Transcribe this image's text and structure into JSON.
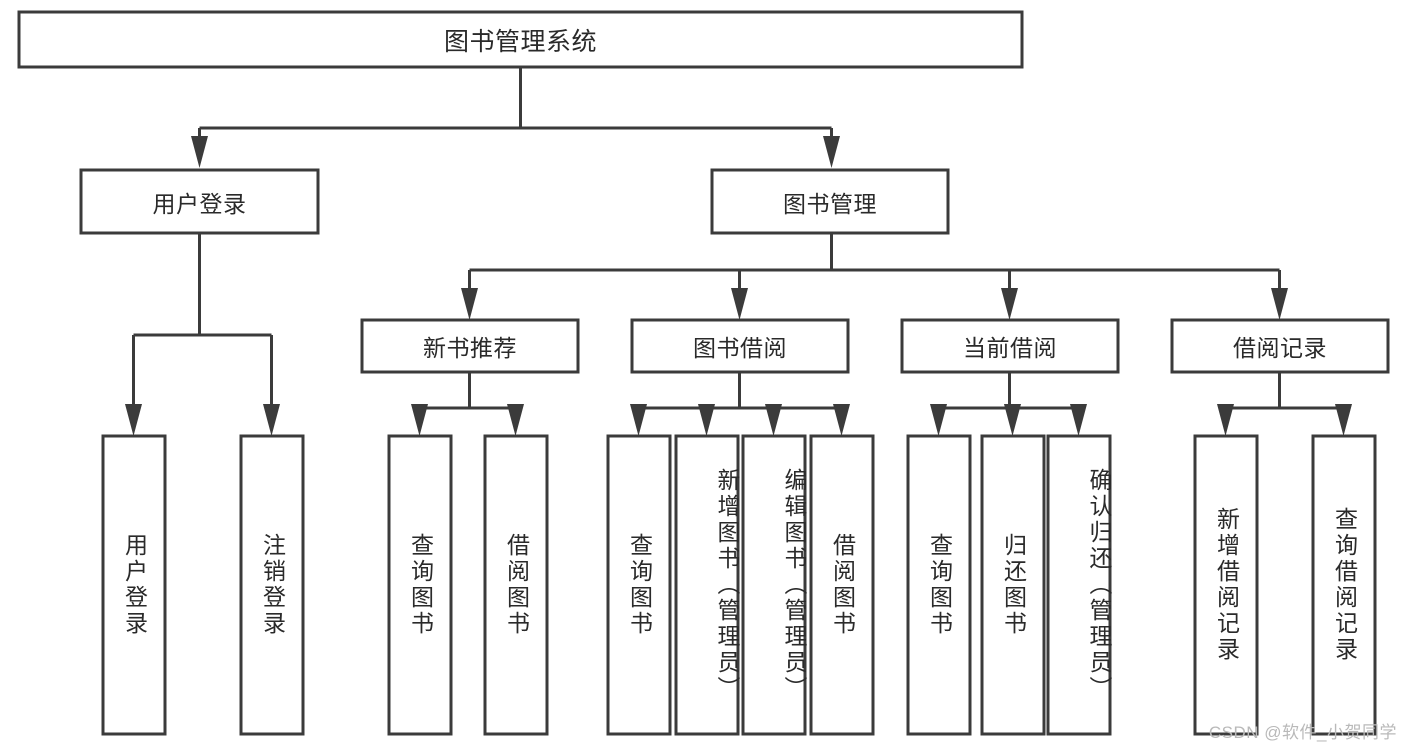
{
  "diagram": {
    "type": "tree-hierarchy",
    "title": "图书管理系统",
    "root": {
      "id": "root",
      "label": "图书管理系统",
      "orientation": "horizontal"
    },
    "level2": [
      {
        "id": "user-login",
        "label": "用户登录",
        "orientation": "horizontal"
      },
      {
        "id": "book-management",
        "label": "图书管理",
        "orientation": "horizontal"
      }
    ],
    "level3": [
      {
        "id": "new-book-recommend",
        "label": "新书推荐",
        "parent": "book-management",
        "orientation": "horizontal"
      },
      {
        "id": "book-borrow",
        "label": "图书借阅",
        "parent": "book-management",
        "orientation": "horizontal"
      },
      {
        "id": "current-borrow",
        "label": "当前借阅",
        "parent": "book-management",
        "orientation": "horizontal"
      },
      {
        "id": "borrow-record",
        "label": "借阅记录",
        "parent": "book-management",
        "orientation": "horizontal"
      }
    ],
    "leaves": [
      {
        "id": "leaf-user-login",
        "label": "用户登录",
        "parent": "user-login",
        "orientation": "vertical"
      },
      {
        "id": "leaf-logout-login",
        "label": "注销登录",
        "parent": "user-login",
        "orientation": "vertical"
      },
      {
        "id": "leaf-query-book-1",
        "label": "查询图书",
        "parent": "new-book-recommend",
        "orientation": "vertical"
      },
      {
        "id": "leaf-borrow-book-1",
        "label": "借阅图书",
        "parent": "new-book-recommend",
        "orientation": "vertical"
      },
      {
        "id": "leaf-query-book-2",
        "label": "查询图书",
        "parent": "book-borrow",
        "orientation": "vertical"
      },
      {
        "id": "leaf-add-book",
        "label": "新增图书（管理员）",
        "parent": "book-borrow",
        "orientation": "vertical"
      },
      {
        "id": "leaf-edit-book",
        "label": "编辑图书（管理员）",
        "parent": "book-borrow",
        "orientation": "vertical"
      },
      {
        "id": "leaf-borrow-book-2",
        "label": "借阅图书",
        "parent": "book-borrow",
        "orientation": "vertical"
      },
      {
        "id": "leaf-query-book-3",
        "label": "查询图书",
        "parent": "current-borrow",
        "orientation": "vertical"
      },
      {
        "id": "leaf-return-book",
        "label": "归还图书",
        "parent": "current-borrow",
        "orientation": "vertical"
      },
      {
        "id": "leaf-confirm-return",
        "label": "确认归还（管理员）",
        "parent": "current-borrow",
        "orientation": "vertical"
      },
      {
        "id": "leaf-add-record",
        "label": "新增借阅记录",
        "parent": "borrow-record",
        "orientation": "vertical"
      },
      {
        "id": "leaf-query-record",
        "label": "查询借阅记录",
        "parent": "borrow-record",
        "orientation": "vertical"
      }
    ],
    "colors": {
      "stroke": "#3b3b3b",
      "fill": "#ffffff",
      "text": "#2a2a2a",
      "watermark": "#b9b9b9",
      "background": "#ffffff"
    }
  },
  "watermark": {
    "text": "CSDN @软件_小贺同学"
  }
}
